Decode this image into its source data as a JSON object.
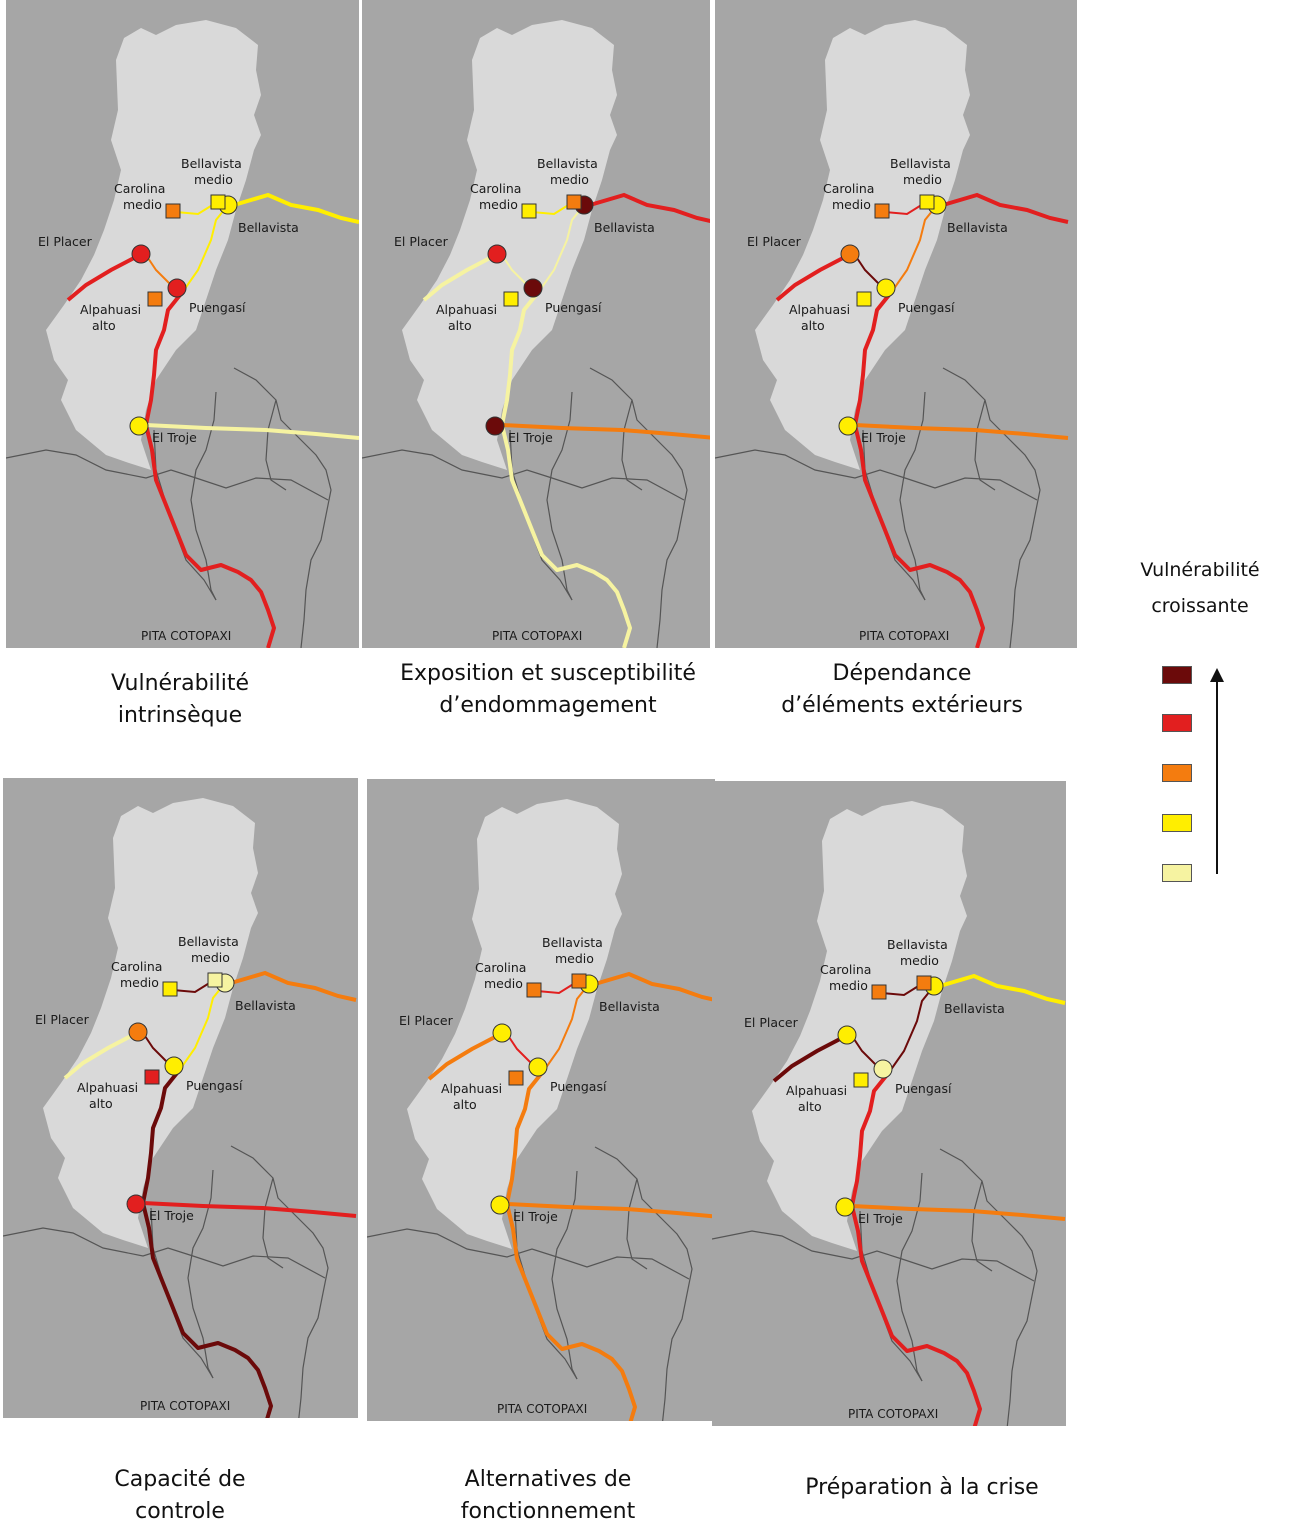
{
  "legend": {
    "title_line1": "Vulnérabilité",
    "title_line2": "croissante",
    "colors": [
      "#6b0a0a",
      "#e21f1f",
      "#f47c0f",
      "#ffee00",
      "#f6f3a1"
    ]
  },
  "labels": {
    "bellavista_medio_1": "Bellavista",
    "bellavista_medio_2": "medio",
    "carolina_medio_1": "Carolina",
    "carolina_medio_2": "medio",
    "bellavista": "Bellavista",
    "el_placer": "El Placer",
    "alpahuasi_alto_1": "Alpahuasi",
    "alpahuasi_alto_2": "alto",
    "puengasi": "Puengasí",
    "el_troje": "El Troje",
    "pita_cotopaxi": "PITA COTOPAXI"
  },
  "panels": [
    {
      "caption_line1": "Vulnérabilité",
      "caption_line2": "intrinsèque",
      "colors": {
        "east_bellavista": "#ffee00",
        "west_placer": "#e21f1f",
        "placer_puengasi": "#f47c0f",
        "carolina_link": "#ffee00",
        "puengasi_bellavista": "#ffee00",
        "main_north": "#e21f1f",
        "main_south": "#e21f1f",
        "east_troje": "#f6f3a1",
        "bellavista": "#ffee00",
        "bellavista_medio": "#ffee00",
        "carolina_medio": "#f47c0f",
        "el_placer": "#e21f1f",
        "alpahuasi_alto": "#f47c0f",
        "puengasi": "#e21f1f",
        "el_troje": "#ffee00"
      }
    },
    {
      "caption_line1": "Exposition et susceptibilité",
      "caption_line2": "d’endommagement",
      "colors": {
        "east_bellavista": "#e21f1f",
        "west_placer": "#f6f3a1",
        "placer_puengasi": "#f6f3a1",
        "carolina_link": "#ffee00",
        "puengasi_bellavista": "#f6f3a1",
        "main_north": "#f6f3a1",
        "main_south": "#f6f3a1",
        "east_troje": "#f47c0f",
        "bellavista": "#6b0a0a",
        "bellavista_medio": "#f47c0f",
        "carolina_medio": "#ffee00",
        "el_placer": "#e21f1f",
        "alpahuasi_alto": "#ffee00",
        "puengasi": "#6b0a0a",
        "el_troje": "#6b0a0a"
      }
    },
    {
      "caption_line1": "Dépendance",
      "caption_line2": "d’éléments extérieurs",
      "colors": {
        "east_bellavista": "#e21f1f",
        "west_placer": "#e21f1f",
        "placer_puengasi": "#6b0a0a",
        "carolina_link": "#e21f1f",
        "puengasi_bellavista": "#f47c0f",
        "main_north": "#e21f1f",
        "main_south": "#e21f1f",
        "east_troje": "#f47c0f",
        "bellavista": "#ffee00",
        "bellavista_medio": "#ffee00",
        "carolina_medio": "#f47c0f",
        "el_placer": "#f47c0f",
        "alpahuasi_alto": "#ffee00",
        "puengasi": "#ffee00",
        "el_troje": "#ffee00"
      }
    },
    {
      "caption_line1": "Capacité de",
      "caption_line2": "controle",
      "colors": {
        "east_bellavista": "#f47c0f",
        "west_placer": "#f6f3a1",
        "placer_puengasi": "#6b0a0a",
        "carolina_link": "#6b0a0a",
        "puengasi_bellavista": "#ffee00",
        "main_north": "#6b0a0a",
        "main_south": "#6b0a0a",
        "east_troje": "#e21f1f",
        "bellavista": "#f6f3a1",
        "bellavista_medio": "#f6f3a1",
        "carolina_medio": "#ffee00",
        "el_placer": "#f47c0f",
        "alpahuasi_alto": "#e21f1f",
        "puengasi": "#ffee00",
        "el_troje": "#e21f1f"
      }
    },
    {
      "caption_line1": "Alternatives de",
      "caption_line2": "fonctionnement",
      "colors": {
        "east_bellavista": "#f47c0f",
        "west_placer": "#f47c0f",
        "placer_puengasi": "#e21f1f",
        "carolina_link": "#e21f1f",
        "puengasi_bellavista": "#f47c0f",
        "main_north": "#f47c0f",
        "main_south": "#f47c0f",
        "east_troje": "#f47c0f",
        "bellavista": "#ffee00",
        "bellavista_medio": "#f47c0f",
        "carolina_medio": "#f47c0f",
        "el_placer": "#ffee00",
        "alpahuasi_alto": "#f47c0f",
        "puengasi": "#ffee00",
        "el_troje": "#ffee00"
      }
    },
    {
      "caption_line1": "Préparation à la crise",
      "caption_line2": "",
      "colors": {
        "east_bellavista": "#ffee00",
        "west_placer": "#6b0a0a",
        "placer_puengasi": "#6b0a0a",
        "carolina_link": "#6b0a0a",
        "puengasi_bellavista": "#6b0a0a",
        "main_north": "#e21f1f",
        "main_south": "#e21f1f",
        "east_troje": "#f47c0f",
        "bellavista": "#ffee00",
        "bellavista_medio": "#f47c0f",
        "carolina_medio": "#f47c0f",
        "el_placer": "#ffee00",
        "alpahuasi_alto": "#ffee00",
        "puengasi": "#f6f3a1",
        "el_troje": "#ffee00"
      }
    }
  ]
}
